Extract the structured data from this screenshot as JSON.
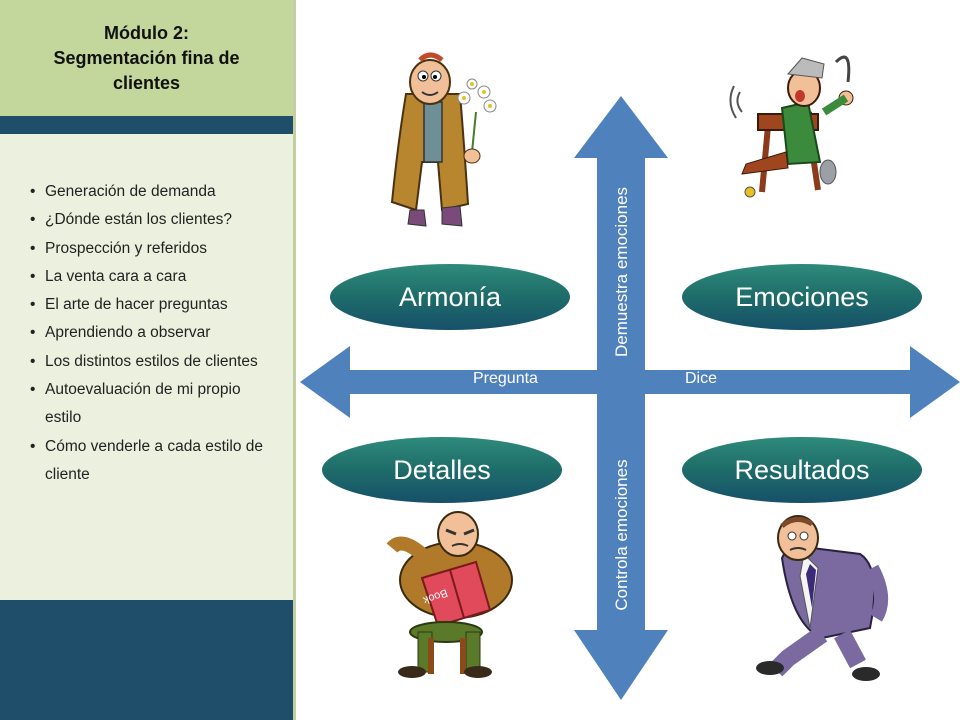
{
  "sidebar": {
    "title_lines": [
      "Módulo  2:",
      "Segmentación fina de",
      "clientes"
    ],
    "topics": [
      "Generación de demanda",
      "¿Dónde están los clientes?",
      "Prospección y referidos",
      "La venta cara a cara",
      "El arte de hacer preguntas",
      "Aprendiendo a observar",
      "Los distintos estilos de clientes",
      "Autoevaluación de mi propio estilo",
      "Cómo  venderle a cada estilo de cliente"
    ]
  },
  "diagram": {
    "horizontal_axis": {
      "left_label": "Pregunta",
      "right_label": "Dice"
    },
    "vertical_axis": {
      "top_label": "Demuestra emociones",
      "bottom_label": "Controla  emociones"
    },
    "quadrants": {
      "top_left": "Armonía",
      "top_right": "Emociones",
      "bottom_left": "Detalles",
      "bottom_right": "Resultados"
    },
    "book_text": "Book"
  },
  "colors": {
    "sidebar_dark": "#1f4e6b",
    "title_bg": "#c3d69b",
    "list_bg": "#ebf1de",
    "arrow": "#4f81bd",
    "oval": "#1f6f6a"
  }
}
